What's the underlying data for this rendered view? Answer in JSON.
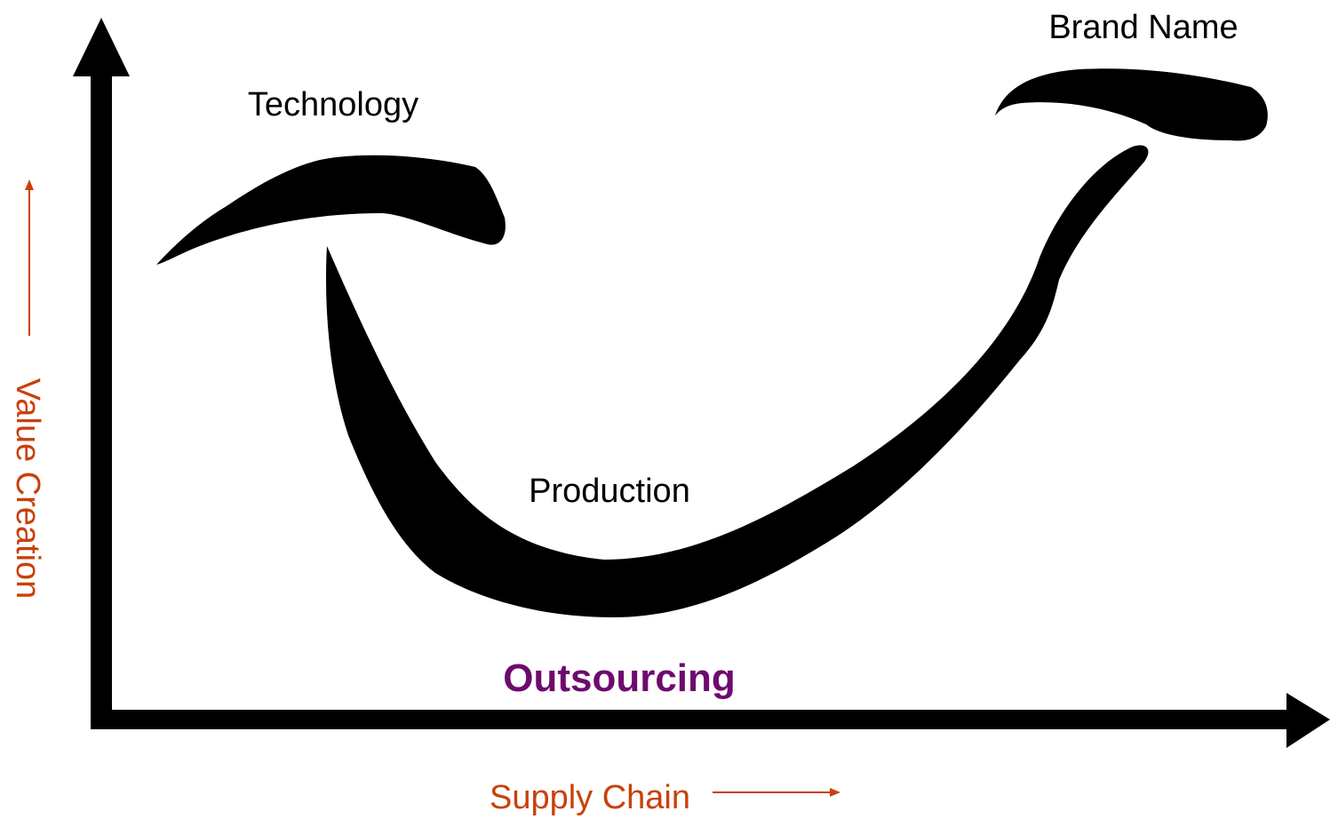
{
  "diagram": {
    "labels": {
      "technology": "Technology",
      "brand_name": "Brand Name",
      "production": "Production",
      "outsourcing": "Outsourcing"
    },
    "axes": {
      "y_label": "Value Creation",
      "x_label": "Supply Chain"
    },
    "colors": {
      "axis_label": "#C8410B",
      "outsourcing": "#6E0A6E",
      "stroke": "#000000",
      "label": "#000000"
    }
  }
}
